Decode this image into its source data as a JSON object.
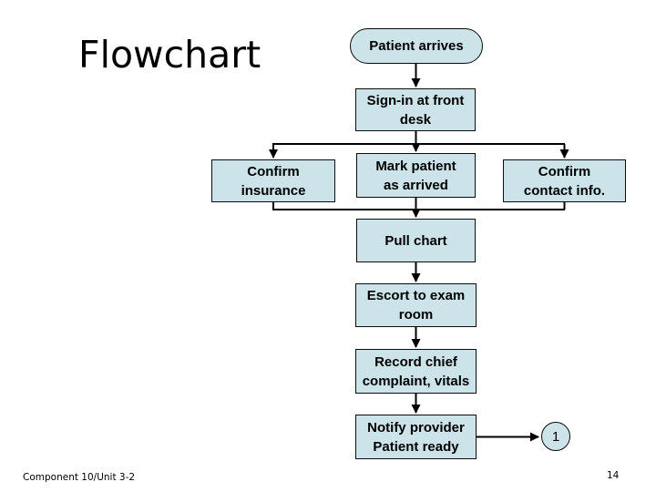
{
  "slide": {
    "title": "Flowchart",
    "footer_left": "Component 10/Unit 3-2",
    "page_number": "14"
  },
  "colors": {
    "node_fill": "#cbe3e9",
    "node_border": "#0b0b0b",
    "connector": "#000000",
    "background": "#ffffff",
    "text": "#000000"
  },
  "flowchart": {
    "nodes": {
      "patient_arrives": {
        "label": "Patient arrives",
        "shape": "terminator"
      },
      "sign_in": {
        "label": "Sign-in at front\ndesk",
        "shape": "process"
      },
      "confirm_insurance": {
        "label": "Confirm\ninsurance",
        "shape": "process"
      },
      "mark_patient": {
        "label": "Mark patient\nas arrived",
        "shape": "process"
      },
      "confirm_contact": {
        "label": "Confirm\ncontact info.",
        "shape": "process"
      },
      "pull_chart": {
        "label": "Pull chart",
        "shape": "process"
      },
      "escort": {
        "label": "Escort to exam\nroom",
        "shape": "process"
      },
      "record_chief": {
        "label": "Record chief\ncomplaint, vitals",
        "shape": "process"
      },
      "notify_provider": {
        "label": "Notify provider\nPatient ready",
        "shape": "process"
      },
      "connector_1": {
        "label": "1",
        "shape": "off-page-connector"
      }
    },
    "edges": [
      [
        "patient_arrives",
        "sign_in"
      ],
      [
        "sign_in",
        "confirm_insurance"
      ],
      [
        "sign_in",
        "mark_patient"
      ],
      [
        "sign_in",
        "confirm_contact"
      ],
      [
        "confirm_insurance",
        "pull_chart"
      ],
      [
        "mark_patient",
        "pull_chart"
      ],
      [
        "confirm_contact",
        "pull_chart"
      ],
      [
        "pull_chart",
        "escort"
      ],
      [
        "escort",
        "record_chief"
      ],
      [
        "record_chief",
        "notify_provider"
      ],
      [
        "notify_provider",
        "connector_1"
      ]
    ]
  }
}
